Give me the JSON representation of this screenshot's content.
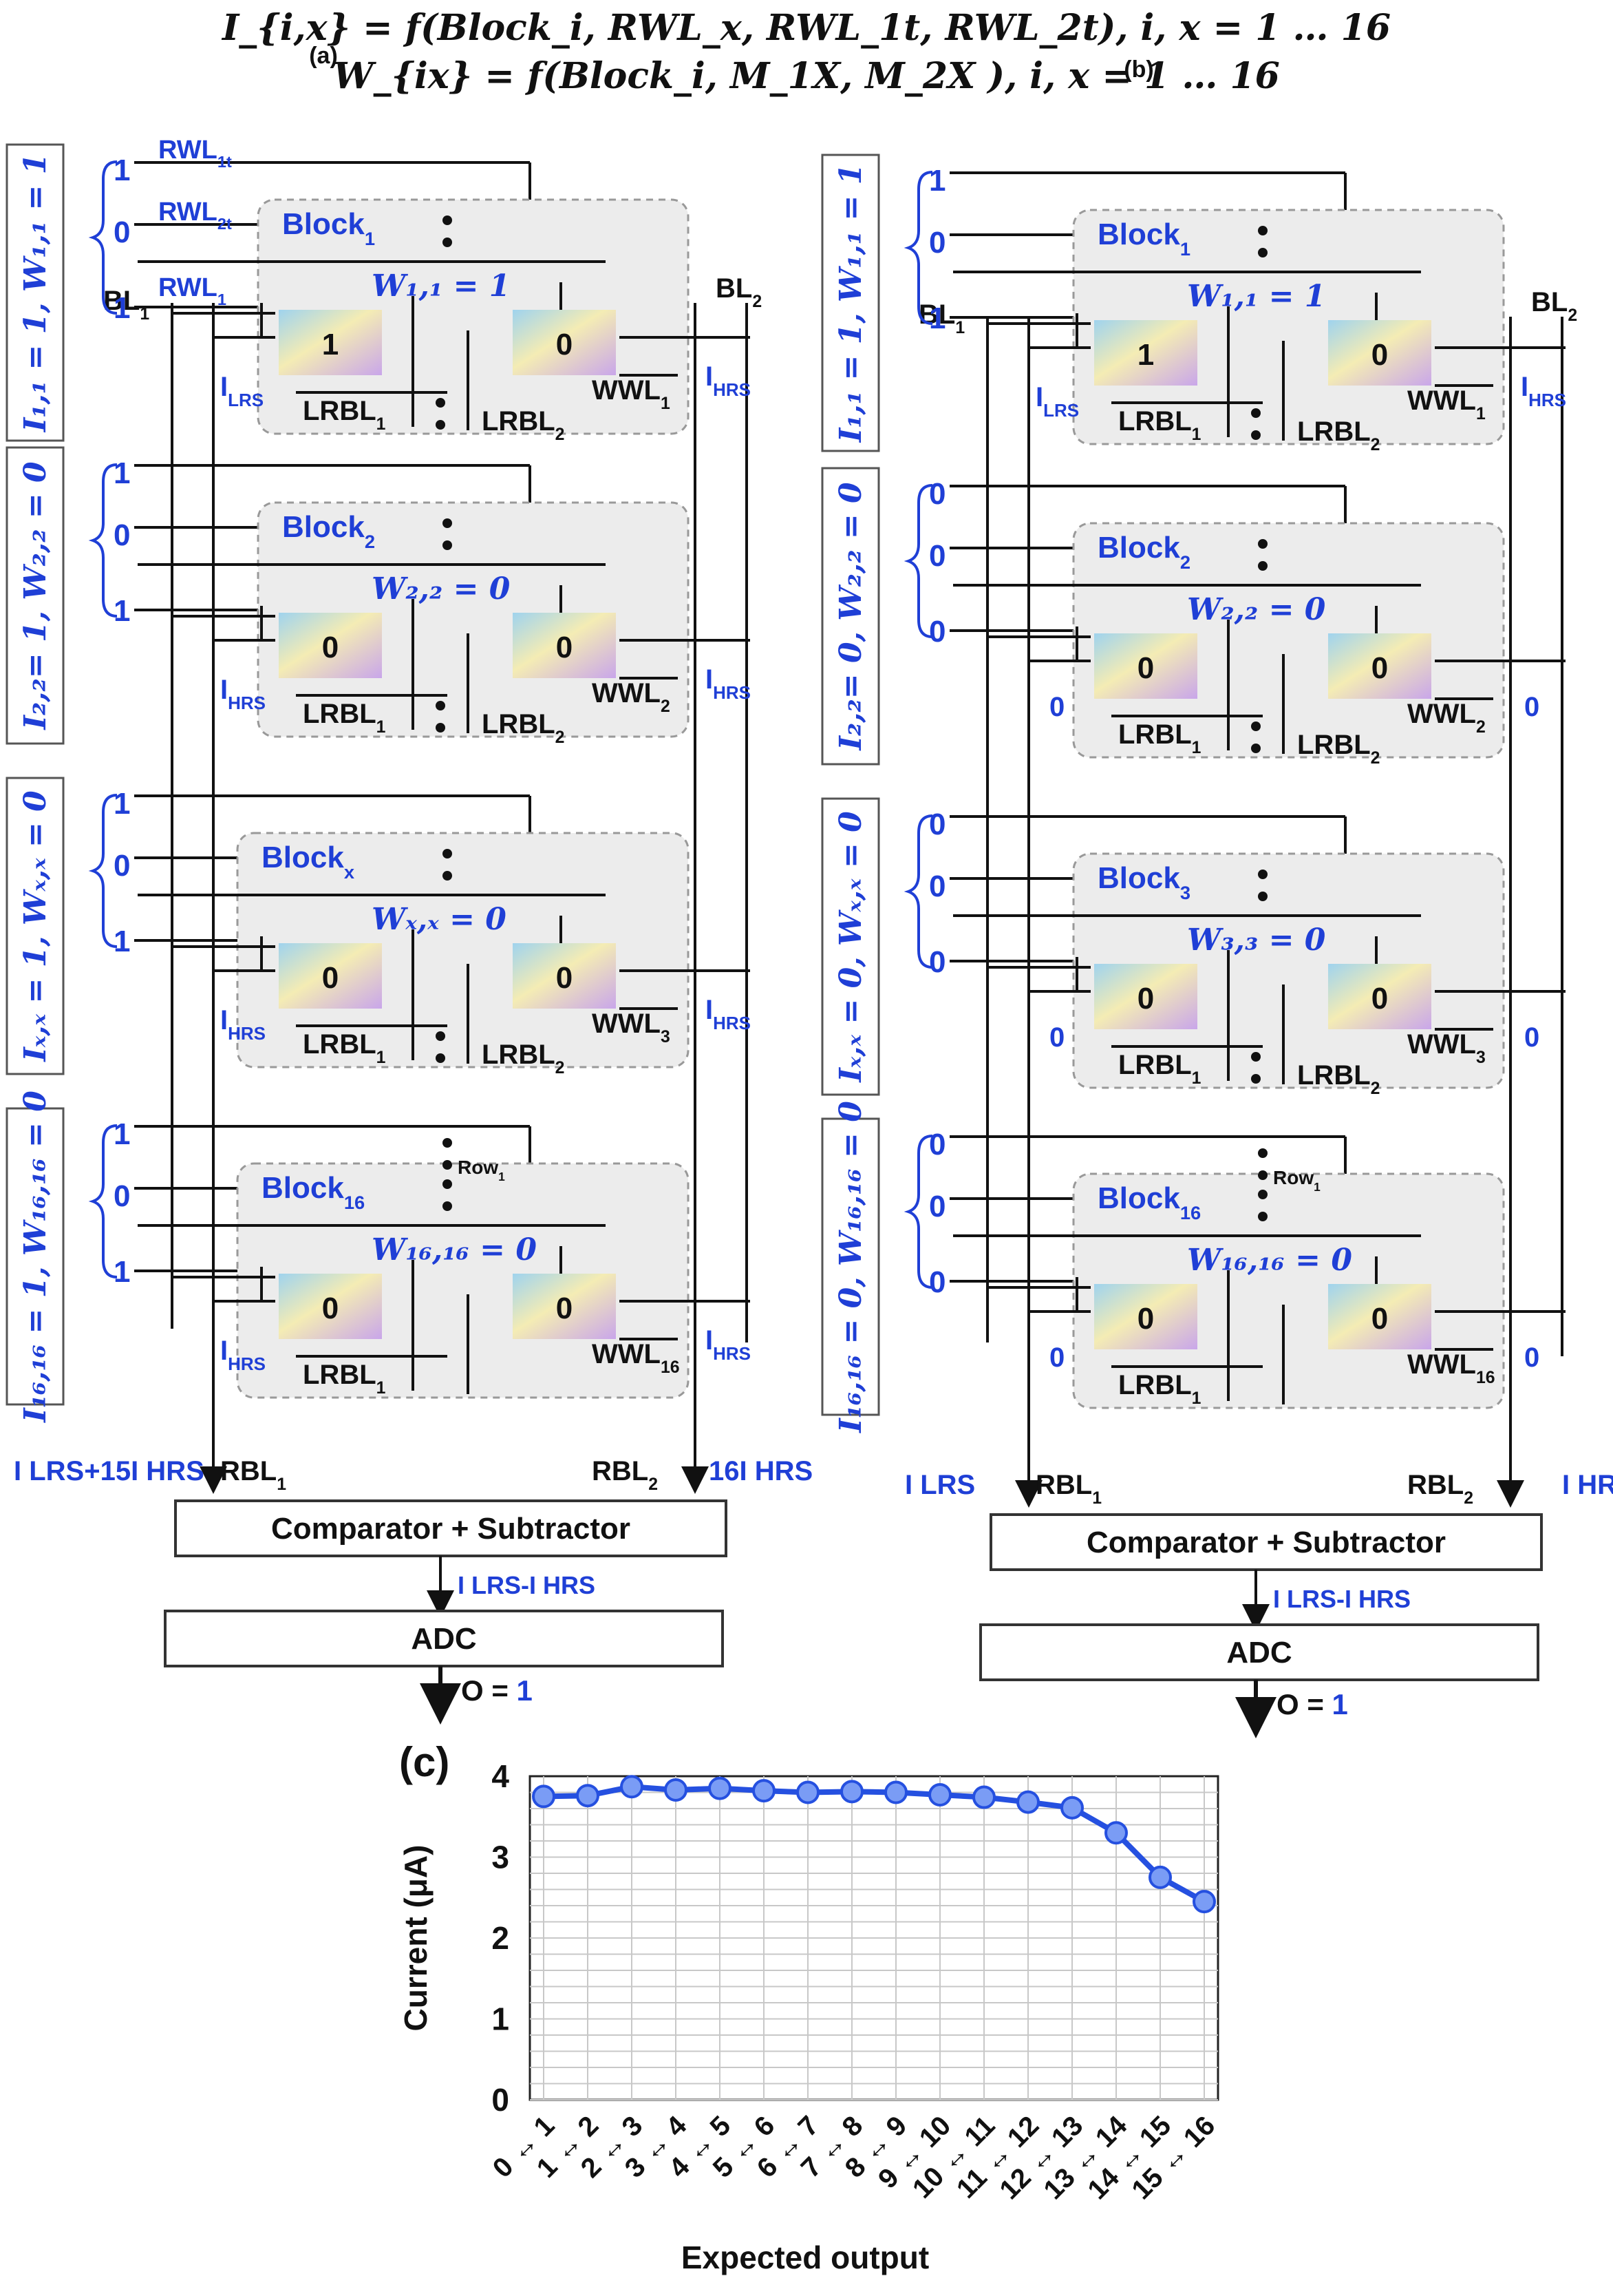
{
  "equations": {
    "line1": "I_{i,x} = f(Block_i, RWL_x, RWL_1t, RWL_2t), i, x = 1 … 16",
    "line2": "W_{ix} = f(Block_i, M_1X, M_2X ), i, x = 1 … 16"
  },
  "panel_a": {
    "label": "(a)",
    "sidebars": [
      "I₁,₁ = 1, W₁,₁ = 1",
      "I₂,₂= 1, W₂,₂ = 0",
      "Iₓ,ₓ = 1, Wₓ,ₓ = 0",
      "I₁₆,₁₆ = 1, W₁₆,₁₆ = 0"
    ],
    "blocks": [
      {
        "name": "Block",
        "sub": "1",
        "weight": "W₁,₁ = 1",
        "cells": [
          "1",
          "0"
        ],
        "inputs": [
          "1",
          "0",
          "1"
        ],
        "left_cur": "LRS",
        "right_cur": "HRS",
        "wwl": "1",
        "lrbl2": true
      },
      {
        "name": "Block",
        "sub": "2",
        "weight": "W₂,₂ = 0",
        "cells": [
          "0",
          "0"
        ],
        "inputs": [
          "1",
          "0",
          "1"
        ],
        "left_cur": "HRS",
        "right_cur": "HRS",
        "wwl": "2",
        "lrbl2": true
      },
      {
        "name": "Block",
        "sub": "x",
        "weight": "Wₓ,ₓ = 0",
        "cells": [
          "0",
          "0"
        ],
        "inputs": [
          "1",
          "0",
          "1"
        ],
        "left_cur": "HRS",
        "right_cur": "HRS",
        "wwl": "3",
        "lrbl2": true
      },
      {
        "name": "Block",
        "sub": "16",
        "weight": "W₁₆,₁₆ = 0",
        "cells": [
          "0",
          "0"
        ],
        "inputs": [
          "1",
          "0",
          "1"
        ],
        "left_cur": "HRS",
        "right_cur": "HRS",
        "wwl": "16",
        "lrbl2": false
      }
    ],
    "rwl_labels": [
      "RWL",
      "RWL",
      "RWL"
    ],
    "rwl_subs": [
      "1t",
      "2t",
      "1"
    ],
    "bl1": "BL",
    "bl2": "BL",
    "rbl1": "RBL",
    "rbl2": "RBL",
    "left_total": "I LRS+15I HRS",
    "right_total": "16I HRS",
    "comparator": "Comparator + Subtractor",
    "diff": "I LRS-I HRS",
    "adc": "ADC",
    "output": "O = ",
    "output_value": "1"
  },
  "panel_b": {
    "label": "(b)",
    "sidebars": [
      "I₁,₁ = 1, W₁,₁ = 1",
      "I₂,₂= 0, W₂,₂ = 0",
      "Iₓ,ₓ = 0, Wₓ,ₓ = 0",
      "I₁₆,₁₆ = 0, W₁₆,₁₆ = 0"
    ],
    "blocks": [
      {
        "name": "Block",
        "sub": "1",
        "weight": "W₁,₁ = 1",
        "cells": [
          "1",
          "0"
        ],
        "inputs": [
          "1",
          "0",
          "1"
        ],
        "left_cur": "LRS",
        "right_cur": "HRS",
        "wwl": "1",
        "lrbl2": true
      },
      {
        "name": "Block",
        "sub": "2",
        "weight": "W₂,₂ = 0",
        "cells": [
          "0",
          "0"
        ],
        "inputs": [
          "0",
          "0",
          "0"
        ],
        "left_cur": "0",
        "right_cur": "0",
        "wwl": "2",
        "lrbl2": true
      },
      {
        "name": "Block",
        "sub": "3",
        "weight": "W₃,₃ = 0",
        "cells": [
          "0",
          "0"
        ],
        "inputs": [
          "0",
          "0",
          "0"
        ],
        "left_cur": "0",
        "right_cur": "0",
        "wwl": "3",
        "lrbl2": true
      },
      {
        "name": "Block",
        "sub": "16",
        "weight": "W₁₆,₁₆ = 0",
        "cells": [
          "0",
          "0"
        ],
        "inputs": [
          "0",
          "0",
          "0"
        ],
        "left_cur": "0",
        "right_cur": "0",
        "wwl": "16",
        "lrbl2": false
      }
    ],
    "bl1": "BL",
    "bl2": "BL",
    "rbl1": "RBL",
    "rbl2": "RBL",
    "left_total": "I LRS",
    "right_total": "I HRS",
    "comparator": "Comparator + Subtractor",
    "diff": "I LRS-I HRS",
    "adc": "ADC",
    "output": "O = ",
    "output_value": "1"
  },
  "common": {
    "lrbl": "LRBL",
    "wwl": "WWL",
    "row": "Row"
  },
  "panel_c": {
    "label": "(c)"
  },
  "chart_data": {
    "type": "line",
    "xlabel": "Expected output",
    "ylabel": "Current (μA)",
    "ylim": [
      0,
      4
    ],
    "yticks": [
      0,
      1,
      2,
      3,
      4
    ],
    "categories": [
      "0 ↔ 1",
      "1 ↔ 2",
      "2 ↔ 3",
      "3 ↔ 4",
      "4 ↔ 5",
      "5 ↔ 6",
      "6 ↔ 7",
      "7 ↔ 8",
      "8 ↔ 9",
      "9 ↔ 10",
      "10 ↔ 11",
      "11 ↔ 12",
      "12 ↔ 13",
      "13 ↔ 14",
      "14 ↔ 15",
      "15 ↔ 16"
    ],
    "values": [
      3.75,
      3.76,
      3.87,
      3.83,
      3.85,
      3.82,
      3.8,
      3.81,
      3.8,
      3.77,
      3.74,
      3.68,
      3.61,
      3.3,
      2.75,
      2.45
    ],
    "grid": true,
    "color": "#2550e0"
  }
}
